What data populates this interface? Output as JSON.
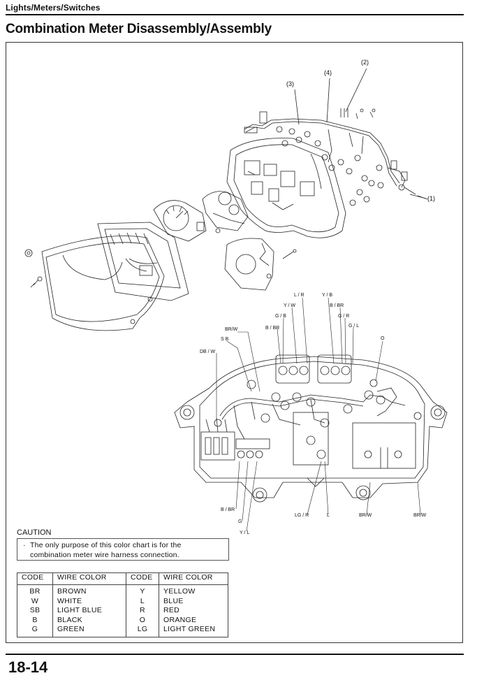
{
  "header": {
    "section": "Lights/Meters/Switches"
  },
  "title": "Combination Meter Disassembly/Assembly",
  "callouts": [
    "(1)",
    "(2)",
    "(3)",
    "(4)"
  ],
  "wire_labels": {
    "l_r": "L / R",
    "y_b": "Y / B",
    "y_w": "Y / W",
    "b_br": "B / BR",
    "g_b": "G / B",
    "g_r": "G / R",
    "br_w_top": "BR/W",
    "b_br_left": "B / BR",
    "g_l": "G / L",
    "o": "O",
    "sb": "S B",
    "dbr_w": "DB / W",
    "b_br_bottom": "B / BR",
    "g": "G",
    "y_l": "Y / L",
    "lg_r": "LG / R",
    "l": "L",
    "br_w_b1": "BR/W",
    "br_w_b2": "BR/W"
  },
  "caution": {
    "heading": "CAUTION",
    "bullet": "·",
    "text": "The only purpose of this color chart is for the combination meter wire harness connection."
  },
  "color_table": {
    "headers": [
      "CODE",
      "WIRE COLOR",
      "CODE",
      "WIRE COLOR"
    ],
    "col1": "BR\nW\nSB\nB\nG",
    "col2": "BROWN\nWHITE\nLIGHT BLUE\nBLACK\nGREEN",
    "col3": "Y\nL\nR\nO\nLG",
    "col4": "YELLOW\nBLUE\nRED\nORANGE\nLIGHT GREEN"
  },
  "footer": {
    "page_number": "18-14"
  }
}
